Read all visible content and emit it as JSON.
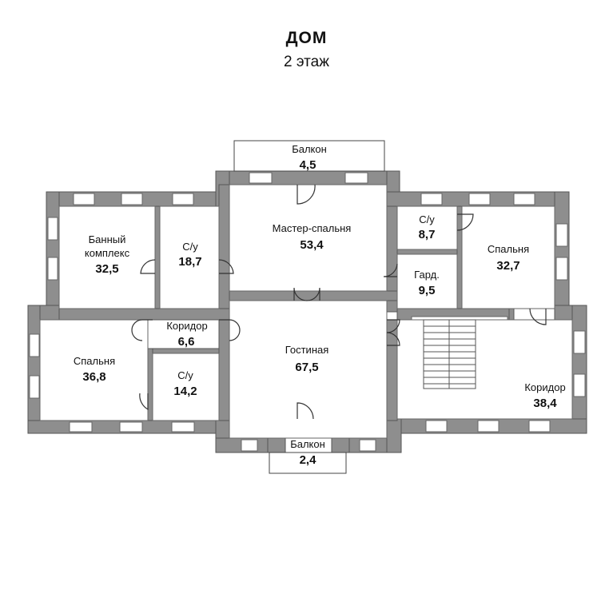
{
  "header": {
    "title": "ДОМ",
    "subtitle": "2 этаж"
  },
  "rooms": {
    "balcony_top": {
      "name": "Балкон",
      "area": "4,5"
    },
    "banya": {
      "name": "Банный комплекс",
      "name_line1": "Банный",
      "name_line2": "комплекс",
      "area": "32,5"
    },
    "bath_left": {
      "name": "С/у",
      "area": "18,7"
    },
    "master": {
      "name": "Мастер-спальня",
      "area": "53,4"
    },
    "bath_right": {
      "name": "С/у",
      "area": "8,7"
    },
    "wardrobe": {
      "name": "Гард.",
      "area": "9,5"
    },
    "bedroom_right": {
      "name": "Спальня",
      "area": "32,7"
    },
    "corridor_left": {
      "name": "Коридор",
      "area": "6,6"
    },
    "bedroom_left": {
      "name": "Спальня",
      "area": "36,8"
    },
    "bath_small": {
      "name": "С/у",
      "area": "14,2"
    },
    "living": {
      "name": "Гостиная",
      "area": "67,5"
    },
    "corridor_right": {
      "name": "Коридор",
      "area": "38,4"
    },
    "balcony_bottom": {
      "name": "Балкон",
      "area": "2,4"
    }
  }
}
